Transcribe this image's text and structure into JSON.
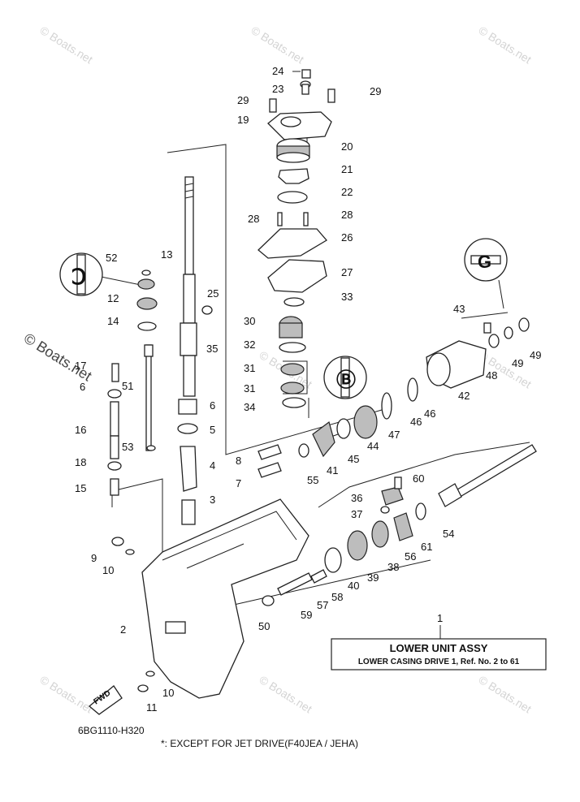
{
  "watermark": "© Boats.net",
  "diagram_code": "6BG1110-H320",
  "footnote": "*: EXCEPT FOR JET DRIVE(F40JEA / JEHA)",
  "fwd_label": "FWD",
  "callout_symbols": {
    "left": "Ↄ",
    "mid": "Ⓑ",
    "right": "G"
  },
  "info_box": {
    "ref_number": "1",
    "title": "LOWER UNIT ASSY",
    "subtitle": "LOWER CASING DRIVE 1,  Ref. No. 2 to 61"
  },
  "callouts": [
    "24",
    "23",
    "29",
    "29",
    "19",
    "20",
    "21",
    "22",
    "28",
    "28",
    "26",
    "27",
    "33",
    "30",
    "32",
    "31",
    "31",
    "34",
    "52",
    "13",
    "12",
    "14",
    "25",
    "35",
    "17",
    "6",
    "16",
    "18",
    "15",
    "51",
    "6",
    "5",
    "53",
    "4",
    "3",
    "8",
    "7",
    "9",
    "10",
    "2",
    "10",
    "11",
    "55",
    "41",
    "45",
    "44",
    "47",
    "46",
    "46",
    "42",
    "43",
    "48",
    "49",
    "49",
    "36",
    "60",
    "37",
    "38",
    "56",
    "61",
    "54",
    "39",
    "40",
    "58",
    "57",
    "59",
    "50"
  ]
}
